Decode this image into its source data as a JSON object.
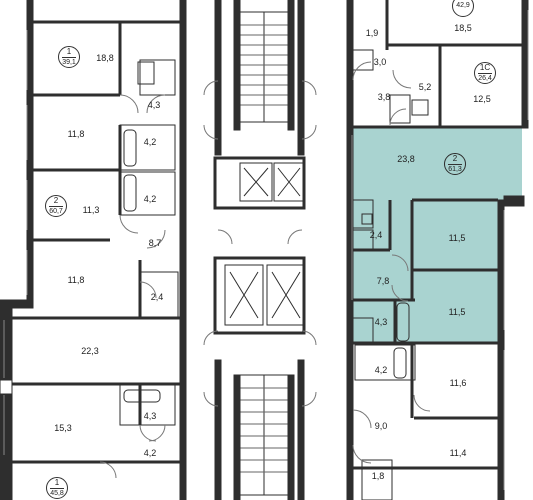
{
  "floorplan": {
    "apartments": [
      {
        "id": "apt-1-top",
        "number": "1",
        "area": "39,1"
      },
      {
        "id": "apt-2-left",
        "number": "2",
        "area": "60,7"
      },
      {
        "id": "apt-1-bottom",
        "number": "1",
        "area": "45,8"
      },
      {
        "id": "apt-top-right",
        "number": "",
        "area": "42,9"
      },
      {
        "id": "apt-1c",
        "number": "1С",
        "area": "26,4"
      },
      {
        "id": "apt-2-selected",
        "number": "2",
        "area": "61,3"
      }
    ],
    "rooms": {
      "r1": "18,8",
      "r2": "4,3",
      "r3": "11,8",
      "r4": "4,2",
      "r5": "11,3",
      "r6": "4,2",
      "r7": "8,7",
      "r8": "11,8",
      "r9": "2,4",
      "r10": "22,3",
      "r11": "15,3",
      "r12": "4,3",
      "r13": "4,2",
      "r14": "18,5",
      "r15": "1,9",
      "r16": "3,0",
      "r17": "5,2",
      "r18": "3,8",
      "r19": "12,5",
      "r20": "23,8",
      "r21": "2,4",
      "r22": "11,5",
      "r23": "7,8",
      "r24": "11,5",
      "r25": "4,3",
      "r26": "4,2",
      "r27": "11,6",
      "r28": "9,0",
      "r29": "11,4",
      "r30": "1,8"
    },
    "colors": {
      "selected_fill": "#a9d3d0",
      "wall": "#2e2e2e",
      "line": "#555555"
    }
  }
}
